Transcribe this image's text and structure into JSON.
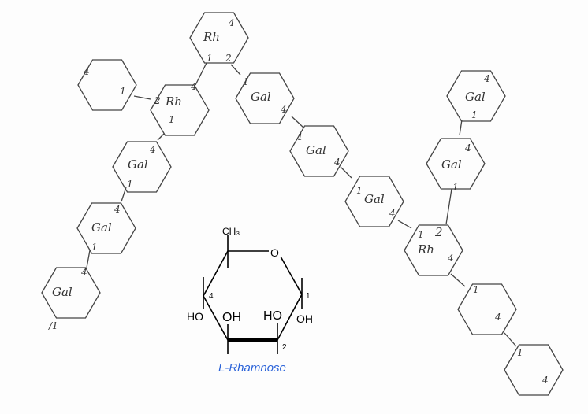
{
  "diagram": {
    "residues": {
      "rh_top": {
        "name": "Rh",
        "n4": "4",
        "n1": "1",
        "n2": "2"
      },
      "side_plain": {
        "n4": "4",
        "n1": "1"
      },
      "rh_left": {
        "name": "Rh",
        "n2": "2",
        "n4": "4",
        "n1": "1"
      },
      "gal_l1": {
        "name": "Gal",
        "n4": "4",
        "n1": "1"
      },
      "gal_l2": {
        "name": "Gal",
        "n4": "4",
        "n1": "1"
      },
      "gal_l3": {
        "name": "Gal",
        "n4": "4",
        "n1": "/1"
      },
      "gal_r1": {
        "name": "Gal",
        "n1": "1",
        "n4": "4"
      },
      "gal_r2": {
        "name": "Gal",
        "n1": "1",
        "n4": "4"
      },
      "gal_r3": {
        "name": "Gal",
        "n1": "1",
        "n4": "4"
      },
      "rh_right": {
        "name": "Rh",
        "n1": "1",
        "n2": "2",
        "n4": "4"
      },
      "gal_b1": {
        "name": "Gal",
        "n4": "4",
        "n1": "1"
      },
      "gal_b2": {
        "name": "Gal",
        "n4": "4",
        "n1": "1"
      },
      "plain_r1": {
        "n1": "1",
        "n4": "4"
      },
      "plain_r2": {
        "n1": "1",
        "n4": "4"
      }
    },
    "rhamnose": {
      "ch3": "CH₃",
      "o": "O",
      "c1": "1",
      "c2": "2",
      "c4": "4",
      "oh1": "OH",
      "ho2": "HO",
      "oh3": "OH",
      "ho4": "HO",
      "caption": "L-Rhamnose"
    }
  }
}
